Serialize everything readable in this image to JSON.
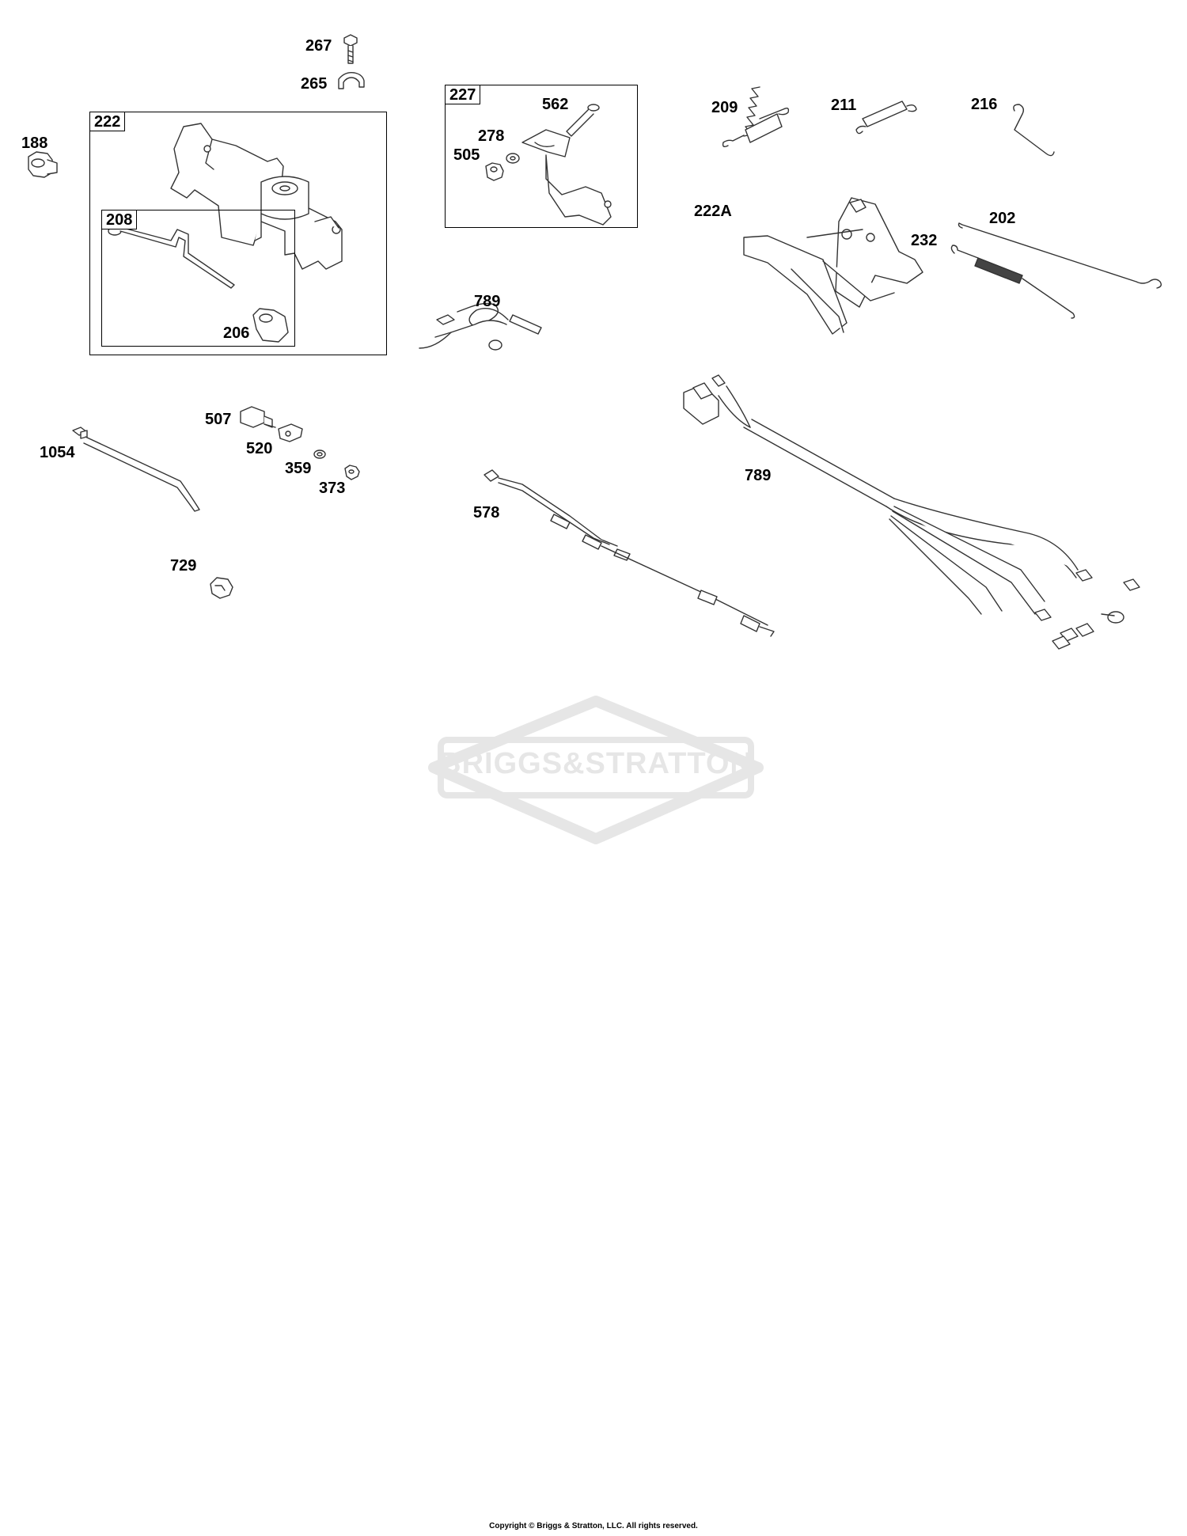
{
  "callouts": {
    "c267": "267",
    "c265": "265",
    "c188": "188",
    "c222": "222",
    "c208": "208",
    "c206": "206",
    "c227": "227",
    "c562": "562",
    "c278": "278",
    "c505": "505",
    "c209": "209",
    "c211": "211",
    "c216": "216",
    "c222a": "222A",
    "c202": "202",
    "c232": "232",
    "c789a": "789",
    "c789b": "789",
    "c578": "578",
    "c507": "507",
    "c520": "520",
    "c359": "359",
    "c373": "373",
    "c1054": "1054",
    "c729": "729"
  },
  "watermark": {
    "brand": "BRIGGS&STRATTON",
    "color": "#e6e6e6"
  },
  "footer": {
    "copyright": "Copyright © Briggs & Stratton, LLC. All rights reserved."
  }
}
